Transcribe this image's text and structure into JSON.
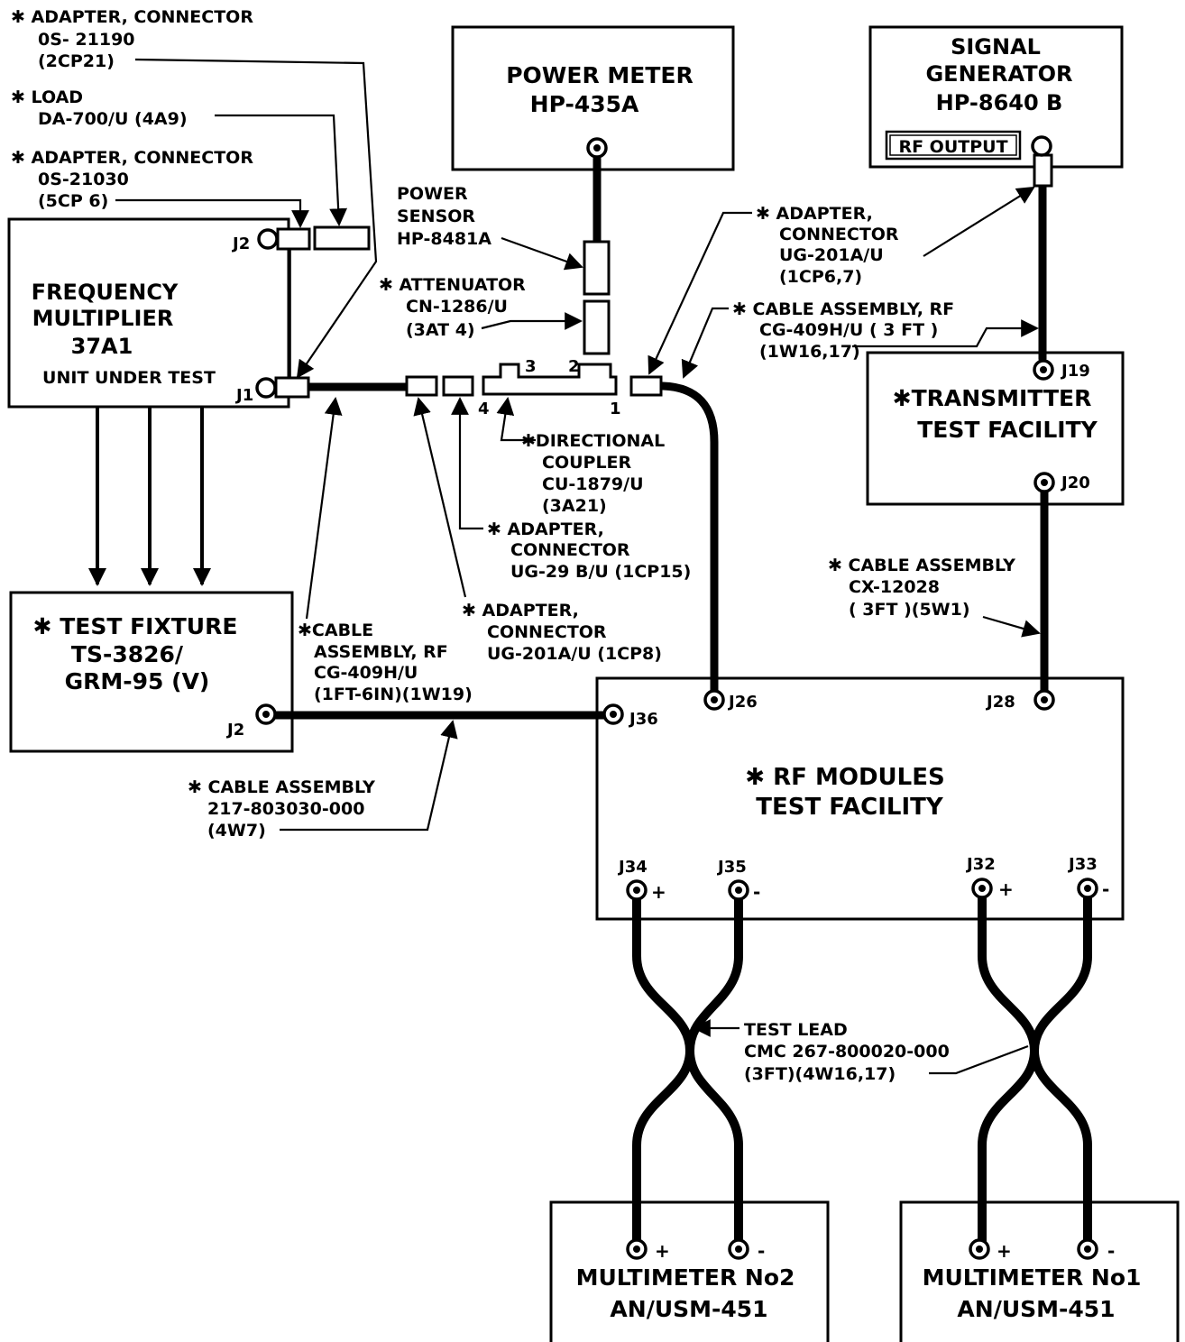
{
  "adapter_2cp21": {
    "l1": "✱ ADAPTER, CONNECTOR",
    "l2": "0S- 21190",
    "l3": "(2CP21)"
  },
  "load_4a9": {
    "l1": "✱ LOAD",
    "l2": "DA-700/U (4A9)"
  },
  "adapter_5cp6": {
    "l1": "✱ ADAPTER, CONNECTOR",
    "l2": "0S-21030",
    "l3": "(5CP 6)"
  },
  "power_meter": {
    "l1": "POWER METER",
    "l2": "HP-435A"
  },
  "signal_generator": {
    "l1": "SIGNAL",
    "l2": "GENERATOR",
    "l3": "HP-8640 B",
    "rf_output": "RF OUTPUT"
  },
  "frequency_multiplier": {
    "l1": "FREQUENCY",
    "l2": "MULTIPLIER",
    "l3": "37A1",
    "l4": "UNIT UNDER TEST",
    "j2": "J2",
    "j1": "J1"
  },
  "power_sensor": {
    "l1": "POWER",
    "l2": "SENSOR",
    "l3": "HP-8481A"
  },
  "attenuator": {
    "l1": "✱ ATTENUATOR",
    "l2": "CN-1286/U",
    "l3": "(3AT 4)"
  },
  "adapter_1cp67": {
    "l1": "✱ ADAPTER,",
    "l2": "CONNECTOR",
    "l3": "UG-201A/U",
    "l4": "(1CP6,7)"
  },
  "cable_1w16": {
    "l1": "✱ CABLE ASSEMBLY, RF",
    "l2": "CG-409H/U ( 3 FT )",
    "l3": "(1W16,17)"
  },
  "directional_coupler": {
    "l1": "✱DIRECTIONAL",
    "l2": "COUPLER",
    "l3": "CU-1879/U",
    "l4": "(3A21)",
    "p1": "1",
    "p2": "2",
    "p3": "3",
    "p4": "4"
  },
  "transmitter_test_facility": {
    "l1": "✱TRANSMITTER",
    "l2": "TEST FACILITY",
    "j19": "J19",
    "j20": "J20"
  },
  "adapter_1cp15": {
    "l1": "✱ ADAPTER,",
    "l2": "CONNECTOR",
    "l3": "UG-29 B/U (1CP15)"
  },
  "cable_5w1": {
    "l1": "✱ CABLE ASSEMBLY",
    "l2": "CX-12028",
    "l3": "( 3FT )(5W1)"
  },
  "test_fixture": {
    "l1": "✱ TEST FIXTURE",
    "l2": "TS-3826/",
    "l3": "GRM-95 (V)",
    "j2": "J2"
  },
  "cable_1w19": {
    "l1": "✱CABLE",
    "l2": "ASSEMBLY, RF",
    "l3": "CG-409H/U",
    "l4": "(1FT-6IN)(1W19)"
  },
  "adapter_1cp8": {
    "l1": "✱ ADAPTER,",
    "l2": "CONNECTOR",
    "l3": "UG-201A/U (1CP8)"
  },
  "rf_modules": {
    "l1": "✱ RF  MODULES",
    "l2": "TEST FACILITY",
    "j36": "J36",
    "j26": "J26",
    "j28": "J28",
    "j34": "J34",
    "j35": "J35",
    "j32": "J32",
    "j33": "J33"
  },
  "cable_4w7": {
    "l1": "✱ CABLE ASSEMBLY",
    "l2": "217-803030-000",
    "l3": "(4W7)"
  },
  "test_lead": {
    "l1": "TEST  LEAD",
    "l2": "CMC 267-800020-000",
    "l3": "(3FT)(4W16,17)"
  },
  "multimeter_2": {
    "l1": "MULTIMETER No2",
    "l2": "AN/USM-451"
  },
  "multimeter_1": {
    "l1": "MULTIMETER No1",
    "l2": "AN/USM-451"
  },
  "polarity": {
    "plus": "+",
    "minus": "-"
  }
}
